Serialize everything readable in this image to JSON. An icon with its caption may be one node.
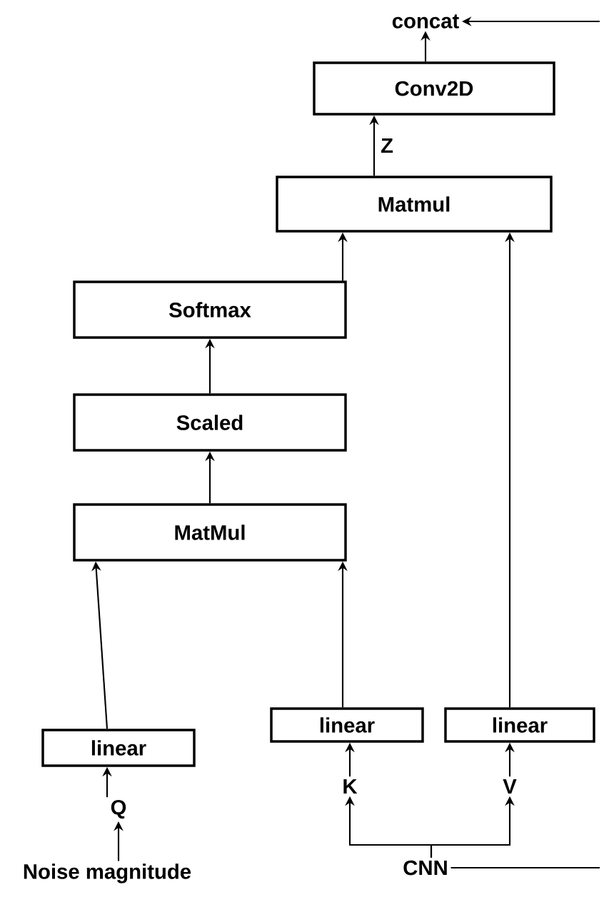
{
  "diagram": {
    "nodes": [
      {
        "text": [
          "concat"
        ]
      },
      {
        "text": [
          "Conv2D"
        ]
      },
      {
        "text": [
          "Matmul"
        ]
      },
      {
        "text": [
          "Softmax"
        ]
      },
      {
        "text": [
          "Scaled"
        ]
      },
      {
        "text": [
          "MatMul"
        ]
      },
      {
        "text": [
          "linear"
        ]
      },
      {
        "text": [
          "linear"
        ]
      },
      {
        "text": [
          "linear"
        ]
      },
      {
        "text": [
          "Q"
        ]
      },
      {
        "text": [
          "K"
        ]
      },
      {
        "text": [
          "V"
        ]
      },
      {
        "text": [
          "Noise magnitude"
        ]
      },
      {
        "text": [
          "CNN"
        ]
      }
    ],
    "edges": [
      {
        "from": 1,
        "to": 0,
        "arrow": "to"
      },
      {
        "from": null,
        "to": 0,
        "arrow": "to"
      },
      {
        "from": 2,
        "to": 1,
        "arrow": "to",
        "label": "Z"
      },
      {
        "from": 3,
        "to": 2,
        "arrow": "to"
      },
      {
        "from": 8,
        "to": 2,
        "arrow": "to"
      },
      {
        "from": 4,
        "to": 3,
        "arrow": "to"
      },
      {
        "from": 5,
        "to": 4,
        "arrow": "to"
      },
      {
        "from": 6,
        "to": 5,
        "arrow": "to"
      },
      {
        "from": 7,
        "to": 5,
        "arrow": "to"
      },
      {
        "from": 9,
        "to": 6,
        "arrow": "to"
      },
      {
        "from": 10,
        "to": 7,
        "arrow": "to"
      },
      {
        "from": 11,
        "to": 8,
        "arrow": "to"
      },
      {
        "from": 12,
        "to": 9,
        "arrow": "to"
      },
      {
        "from": 13,
        "to": 10,
        "arrow": "to"
      },
      {
        "from": 13,
        "to": 11,
        "arrow": "to"
      },
      {
        "from": 13,
        "to": null,
        "arrow": "none"
      }
    ]
  }
}
